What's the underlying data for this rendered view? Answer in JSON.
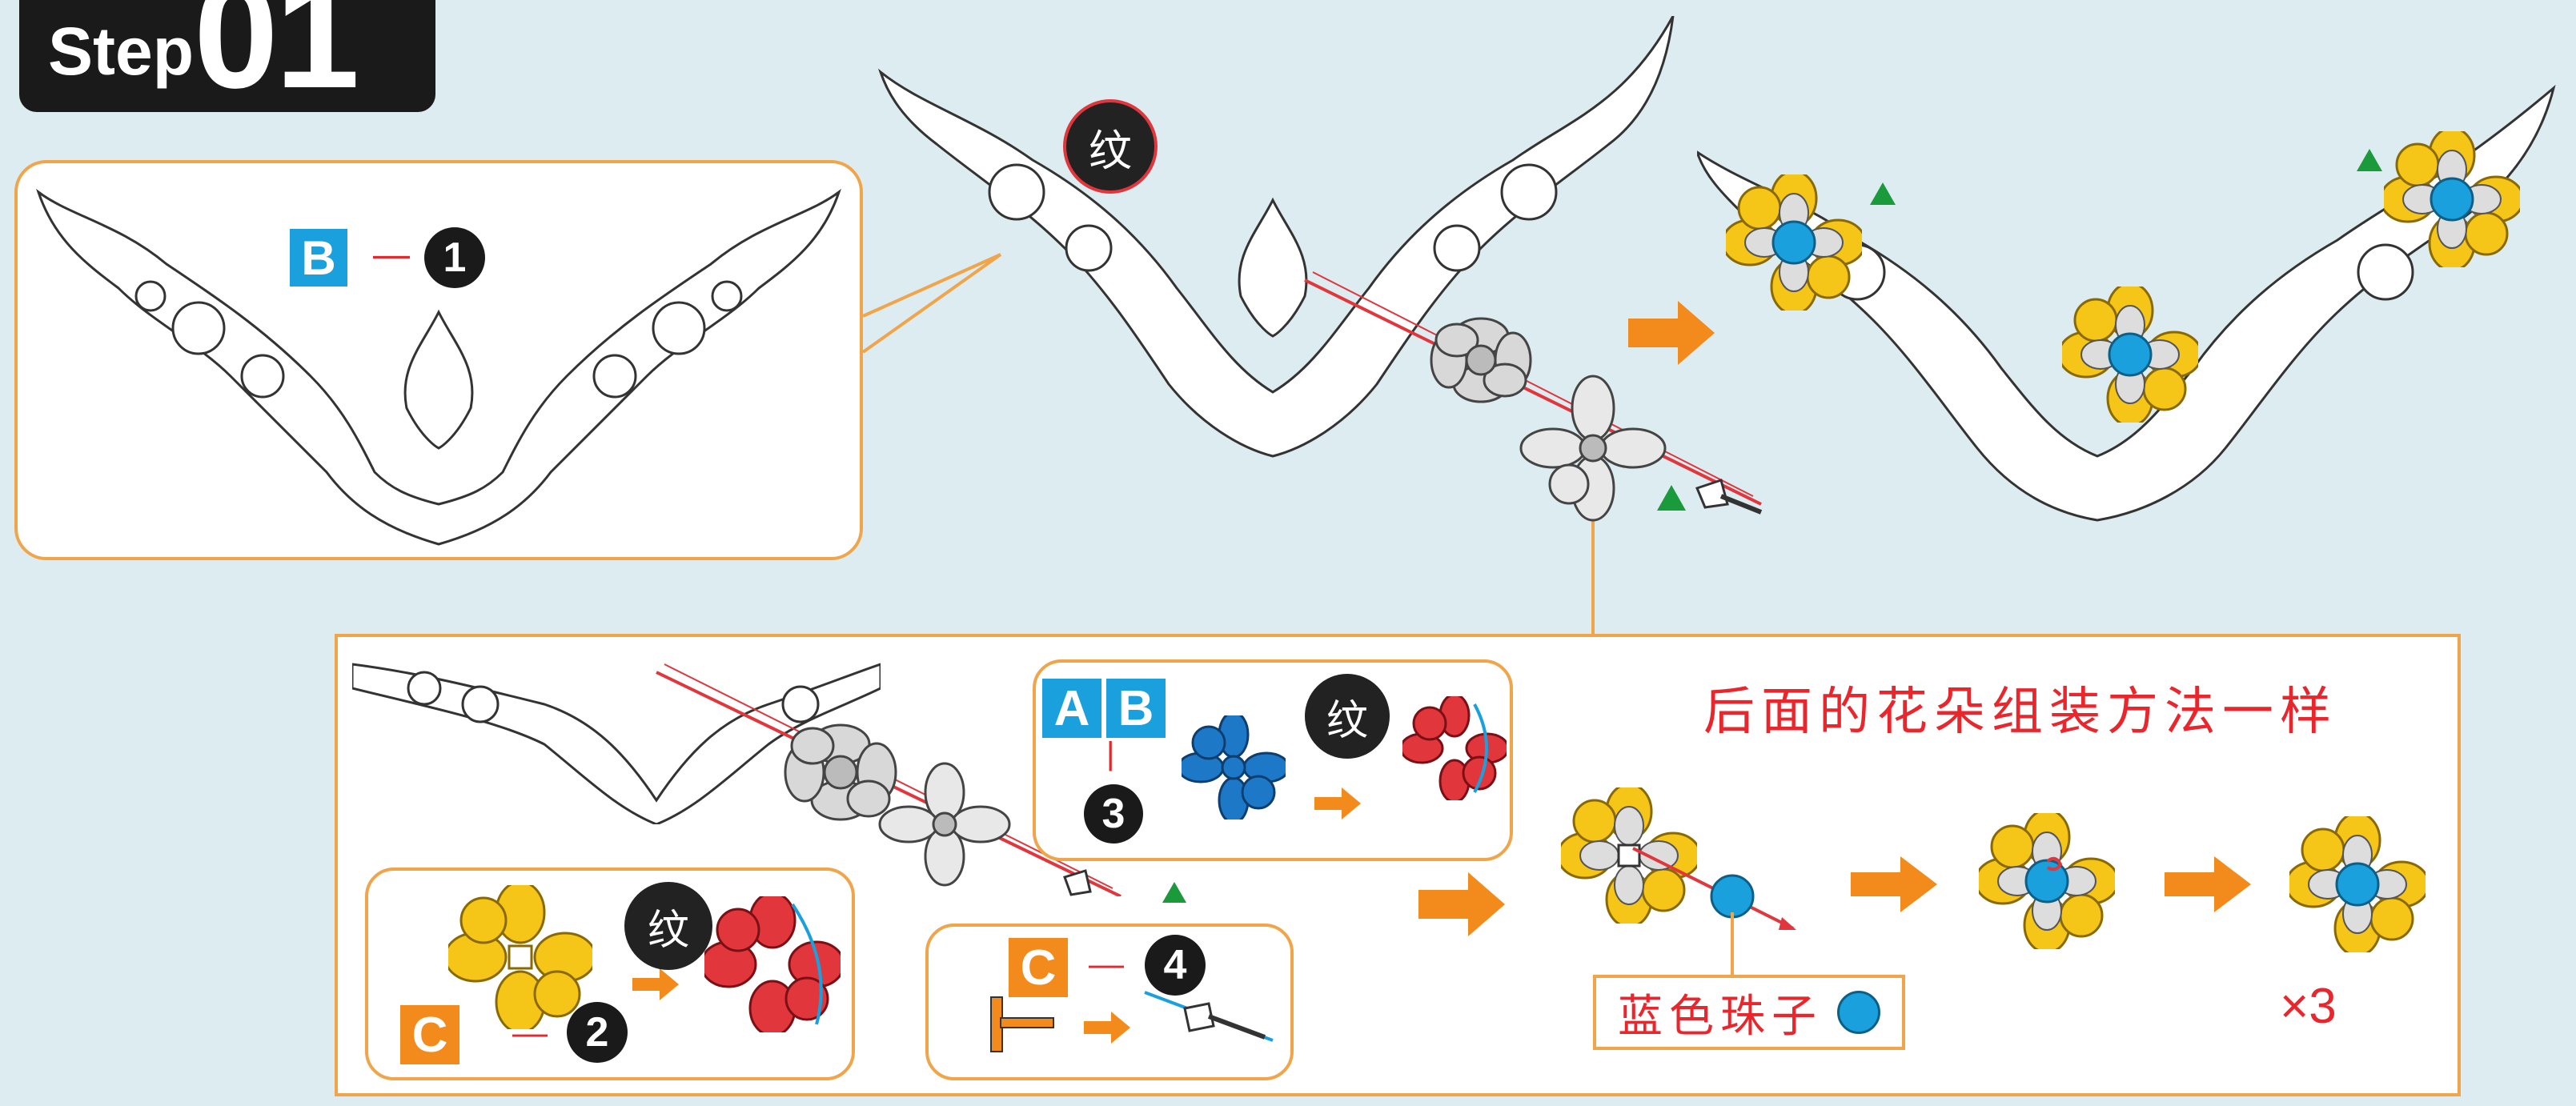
{
  "step": {
    "word": "Step",
    "number": "01"
  },
  "top_panel": {
    "part_letter": "B",
    "dash": "—",
    "part_number": "1"
  },
  "glue_label": "纹",
  "note": "后面的花朵组装方法一样",
  "sub_ab3": {
    "letter_a": "A",
    "letter_b": "B",
    "dash": "|",
    "number": "3",
    "glue": "纹"
  },
  "sub_c2": {
    "letter": "C",
    "dash": "—",
    "number": "2",
    "glue": "纹"
  },
  "sub_c4": {
    "letter": "C",
    "dash": "—",
    "number": "4"
  },
  "bead": {
    "label": "蓝色珠子"
  },
  "multiplier": "×3",
  "colors": {
    "background": "#dcecf1",
    "frame": "#f0a54b",
    "arrow": "#f28a1c",
    "part_b": "#1aa0dc",
    "part_c": "#f28a1c",
    "flower_blue": "#1e78c8",
    "flower_red": "#e0363c",
    "flower_yellow": "#f5c518",
    "flower_grey": "#d8d8d8",
    "bead": "#1aa0dc",
    "marker_green": "#1a9a3a",
    "note_red": "#e8262c"
  }
}
